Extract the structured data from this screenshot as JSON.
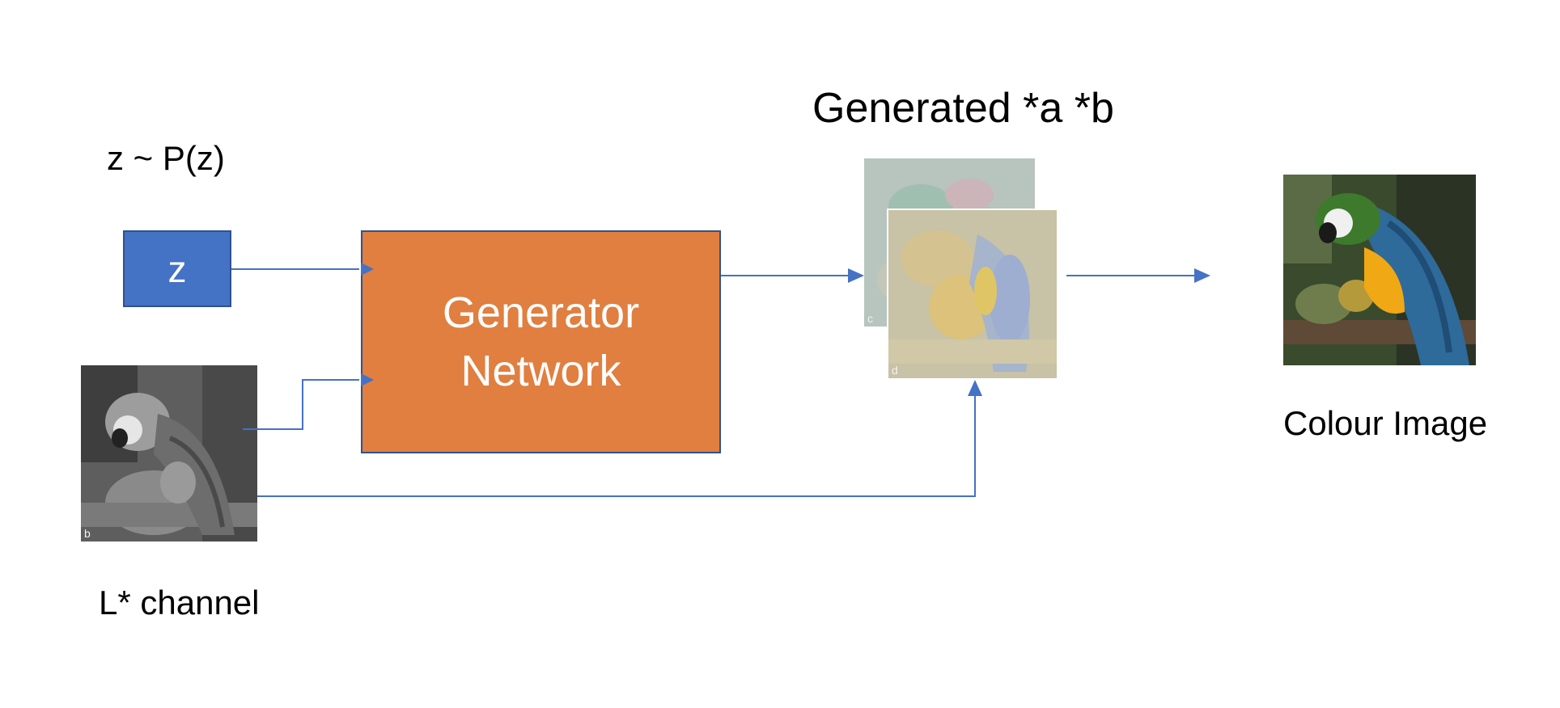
{
  "labels": {
    "z_distribution": "z ~ P(z)",
    "generated": "Generated *a *b",
    "colour_image": "Colour Image",
    "l_channel": "L* channel"
  },
  "nodes": {
    "z_box": "z",
    "generator_line1": "Generator",
    "generator_line2": "Network"
  },
  "images": {
    "a_letter": "c",
    "b_letter": "d",
    "l_letter": "b"
  },
  "colors": {
    "z_fill": "#4472c4",
    "generator_fill": "#e07f40",
    "arrow": "#4472c4",
    "box_border": "#2f528f"
  }
}
